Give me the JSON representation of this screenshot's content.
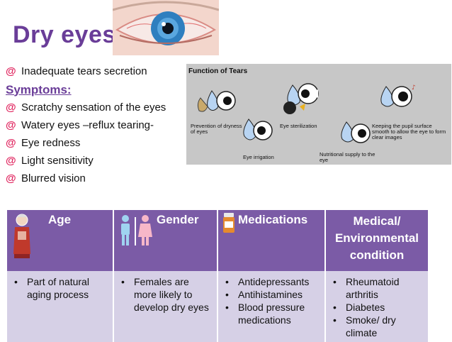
{
  "title": "Dry eyes",
  "intro_bullet": "Inadequate tears secretion",
  "symptoms": {
    "heading": "Symptoms:",
    "items": [
      "Scratchy sensation of the eyes",
      "Watery eyes –reflux tearing-",
      "Eye redness",
      "Light sensitivity",
      "Blurred vision"
    ]
  },
  "tears_figure": {
    "title": "Function of Tears",
    "captions": [
      "Prevention of dryness of eyes",
      "Eye irrigation",
      "Eye sterilization",
      "Nutritional supply to the eye",
      "Keeping the pupil surface smooth to allow the eye to form clear images"
    ]
  },
  "table": {
    "headers": [
      "Age",
      "Gender",
      "Medications",
      "Medical/ Environmental condition"
    ],
    "columns": [
      [
        "Part of natural aging process"
      ],
      [
        "Females are more likely to develop dry eyes"
      ],
      [
        "Antidepressants",
        "Antihistamines",
        "Blood pressure medications"
      ],
      [
        "Rheumatoid arthritis",
        "Diabetes",
        "Smoke/ dry climate"
      ]
    ]
  },
  "colors": {
    "title": "#6a3d98",
    "bullet_mark": "#e0245e",
    "table_header": "#7b5ba6",
    "table_body": "#d6d0e6"
  }
}
